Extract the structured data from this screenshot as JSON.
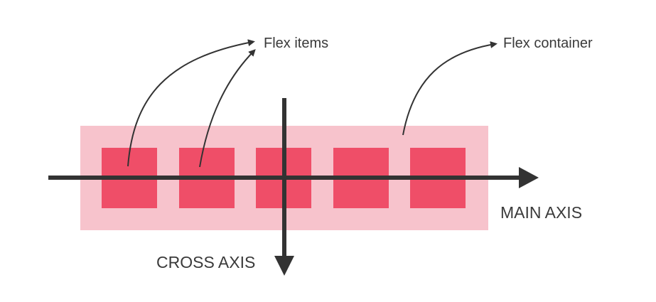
{
  "labels": {
    "flex_items": "Flex items",
    "flex_container": "Flex container",
    "main_axis": "MAIN AXIS",
    "cross_axis": "CROSS AXIS"
  },
  "colors": {
    "container_fill": "#f7c3cc",
    "item_fill": "#ef4e68",
    "axis_stroke": "#333333",
    "arrow_stroke": "#333333",
    "text": "#3a3a3a"
  },
  "item_count": 5
}
